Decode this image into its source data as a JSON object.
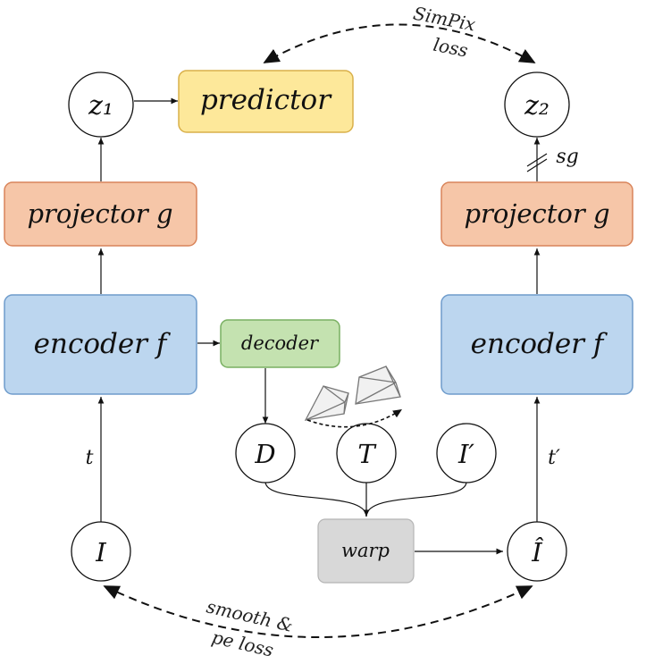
{
  "nodes": {
    "z1": "z₁",
    "z2": "z₂",
    "predictor": "predictor",
    "projector_left": "projector g",
    "projector_right": "projector g",
    "encoder_left": "encoder f",
    "encoder_right": "encoder f",
    "decoder": "decoder",
    "depth": "D",
    "transform": "T",
    "source_image": "I′",
    "warp": "warp",
    "input_image": "I",
    "reconstructed_image": "Î"
  },
  "edge_labels": {
    "t_left": "t",
    "t_right": "t′",
    "sg": "sg",
    "simpix_line1": "SimPix",
    "simpix_line2": "loss",
    "smooth_line1": "smooth &",
    "smooth_line2": "pe loss"
  },
  "colors": {
    "predictor_fill": "#fde89a",
    "predictor_stroke": "#d9b04a",
    "projector_fill": "#f6c6a8",
    "projector_stroke": "#d9845a",
    "encoder_fill": "#bcd6ef",
    "encoder_stroke": "#6f9ccc",
    "decoder_fill": "#c4e2b0",
    "decoder_stroke": "#79b062",
    "warp_fill": "#d8d8d8",
    "warp_stroke": "#b5b5b5"
  },
  "icons": [
    "camera-frustum-icon",
    "camera-frustum-icon"
  ]
}
